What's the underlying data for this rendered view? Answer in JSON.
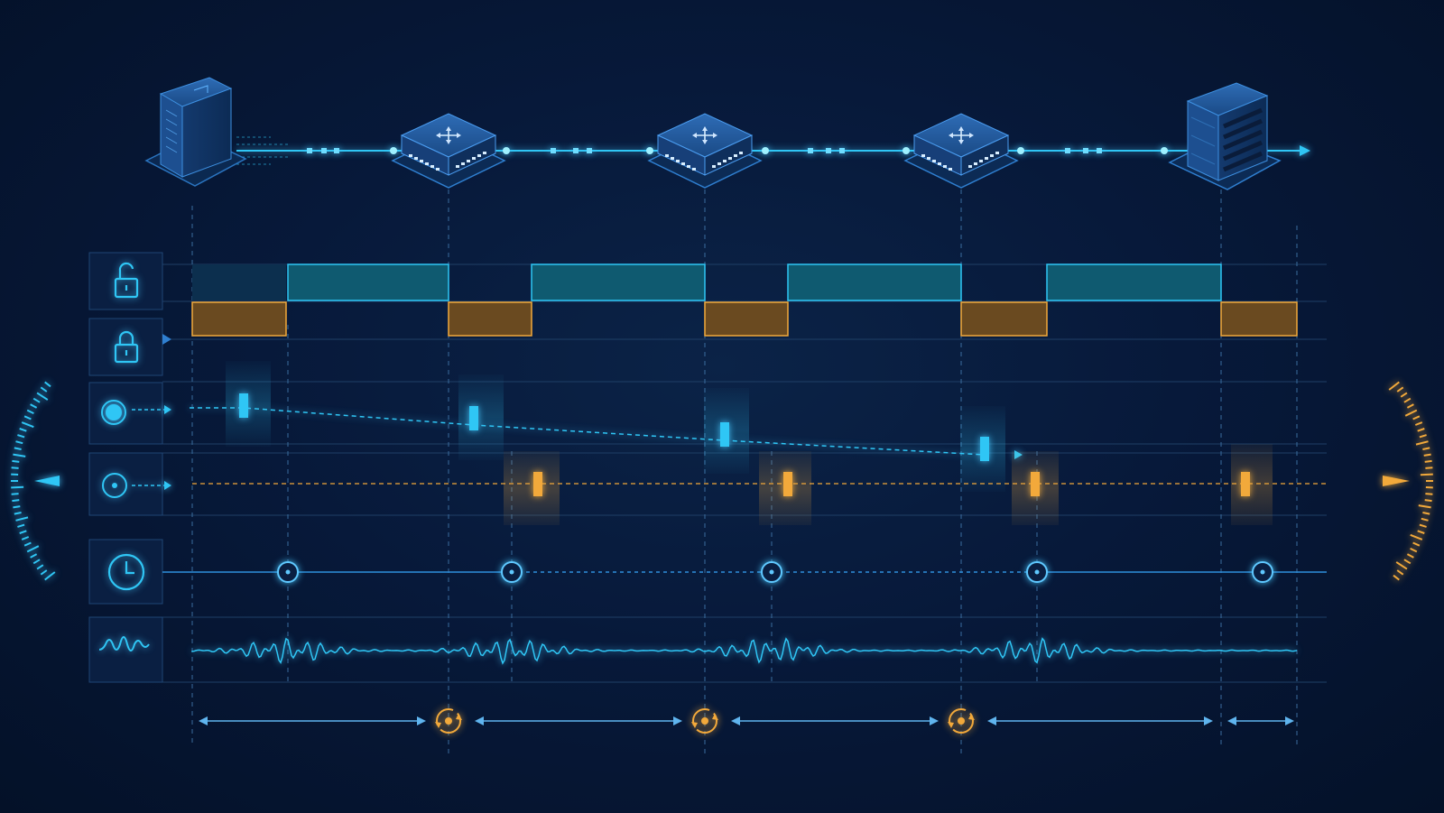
{
  "colors": {
    "background": "#061633",
    "cyan": "#2fc6f5",
    "teal_fill": "#0f5a70",
    "amber": "#f2a93b",
    "amber_fill": "#6a4a20",
    "grid": "#1f3f66",
    "node_face": "#1a4a86"
  },
  "topology": {
    "nodes": [
      {
        "kind": "source-server",
        "icon": "tower-server-icon"
      },
      {
        "kind": "switch",
        "icon": "network-switch-icon"
      },
      {
        "kind": "switch",
        "icon": "network-switch-icon"
      },
      {
        "kind": "switch",
        "icon": "network-switch-icon"
      },
      {
        "kind": "destination-server",
        "icon": "rack-server-icon"
      }
    ]
  },
  "lanes": [
    {
      "id": "unlocked",
      "icon": "unlocked-padlock-icon"
    },
    {
      "id": "locked",
      "icon": "locked-padlock-icon"
    },
    {
      "id": "primary-timestamp",
      "icon": "filled-circle-arrow-icon"
    },
    {
      "id": "secondary-timestamp",
      "icon": "target-circle-arrow-icon"
    },
    {
      "id": "clock",
      "icon": "clock-icon"
    },
    {
      "id": "signal",
      "icon": "waveform-icon"
    }
  ],
  "segments": {
    "hops": 4,
    "sync_markers": 3,
    "sync_icon": "sync-cycle-icon"
  },
  "gauges": {
    "left_icon": "cyan-dial-icon",
    "right_icon": "amber-dial-icon"
  }
}
